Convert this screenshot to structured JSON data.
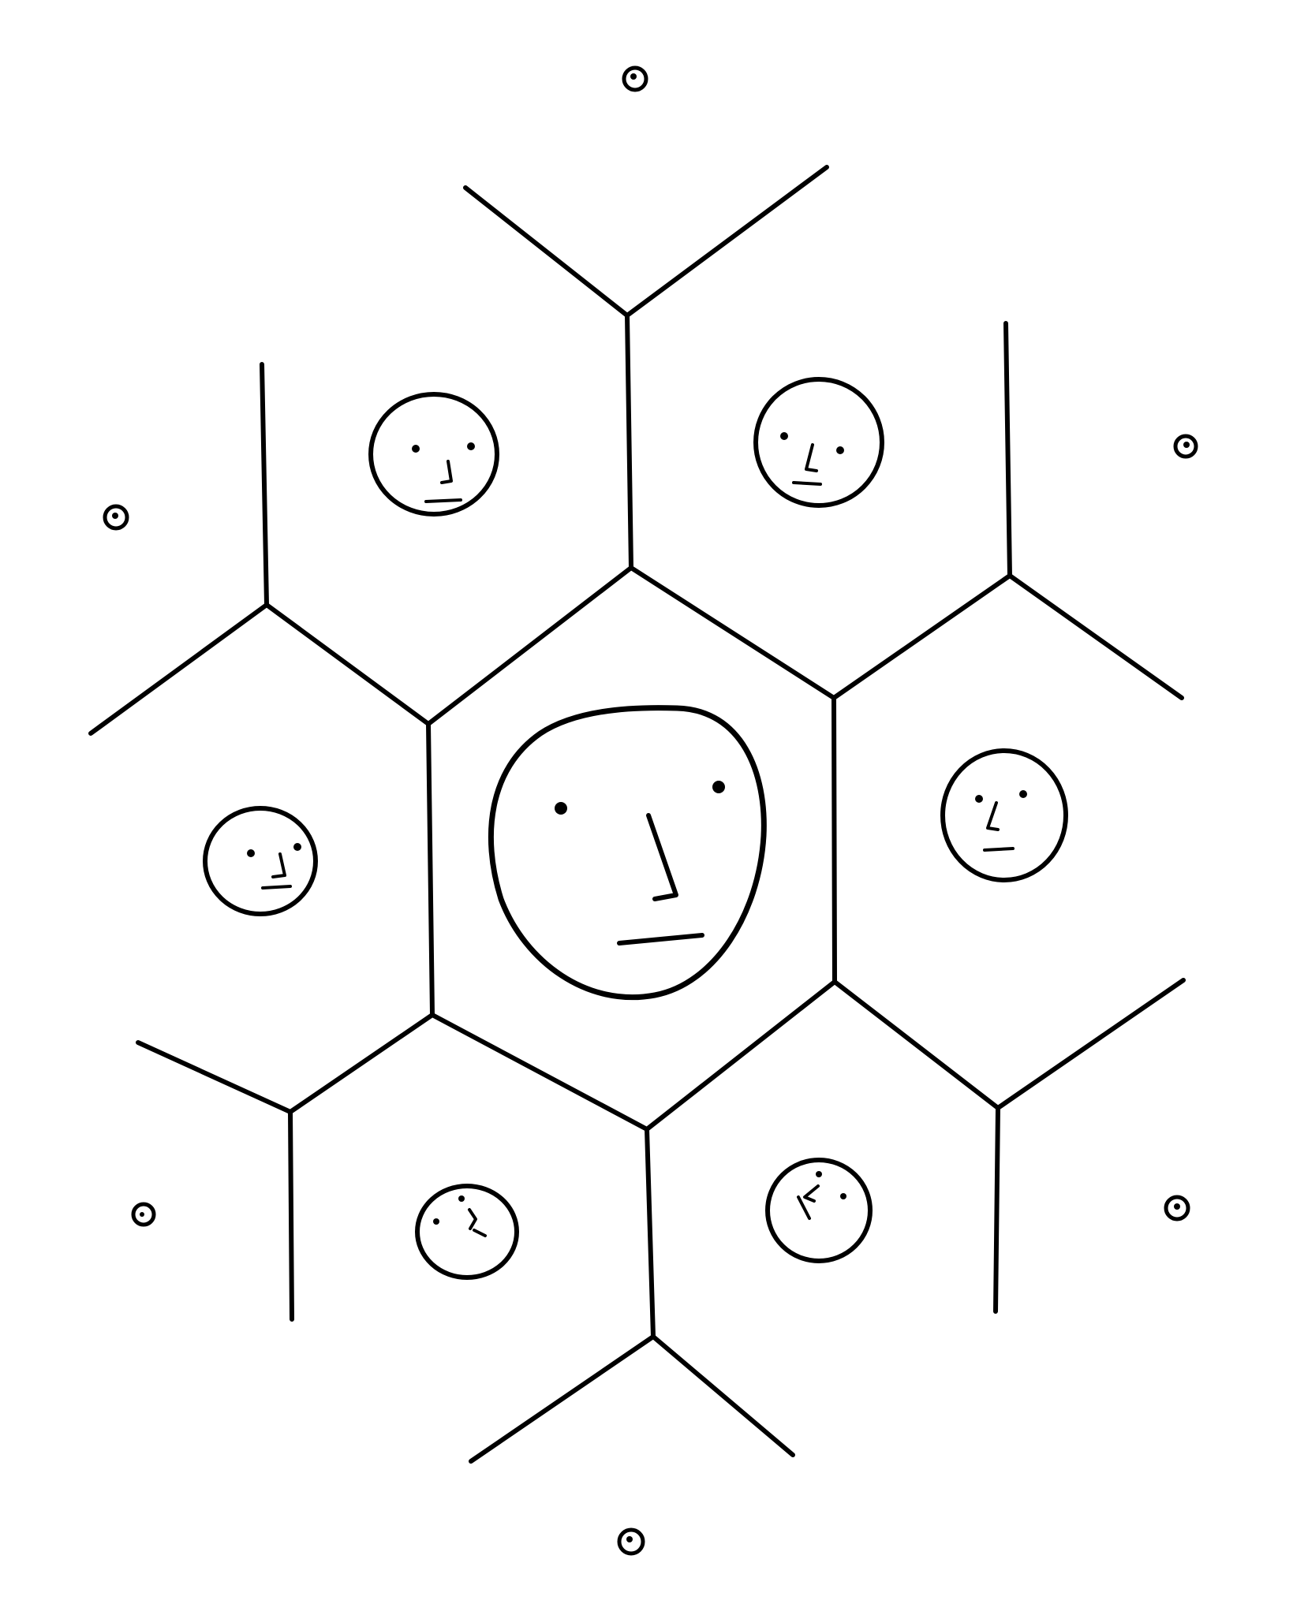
{
  "illustration": {
    "subject": "hexagonal-cells-with-faces",
    "background_color": "#ffffff",
    "ink_color": "#000000",
    "cell_count": 7,
    "face_count": 7,
    "speck_count": 6
  }
}
